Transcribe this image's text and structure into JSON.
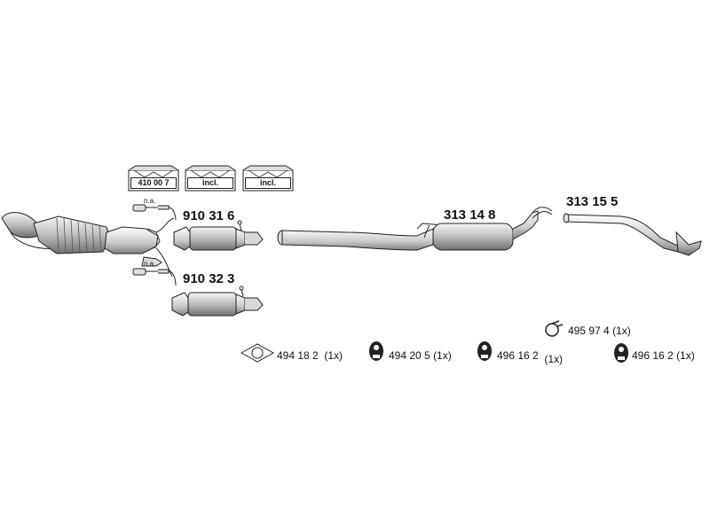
{
  "kits": [
    {
      "label": "410 00 7"
    },
    {
      "label": "incl."
    },
    {
      "label": "incl."
    }
  ],
  "sensor_note_1": "n.a.",
  "sensor_note_2": "n.a.",
  "parts": {
    "cat_1": "910 31 6",
    "cat_2": "910 32 3",
    "middle_silencer": "313 14 8",
    "tail_pipe": "313 15 5"
  },
  "accessories": [
    {
      "code": "494 18 2",
      "qty": "(1x)"
    },
    {
      "code": "494 20 5",
      "qty": "(1x)"
    },
    {
      "code": "496 16 2",
      "qty": "(1x)"
    },
    {
      "code": "496 16 2",
      "qty": "(1x)"
    },
    {
      "code": "495 97 4",
      "qty": "(1x)"
    }
  ],
  "colors": {
    "line": "#222222",
    "fill_light": "#e8e8e8",
    "fill_mid": "#bdbdbd",
    "fill_dark": "#8a8a8a"
  }
}
